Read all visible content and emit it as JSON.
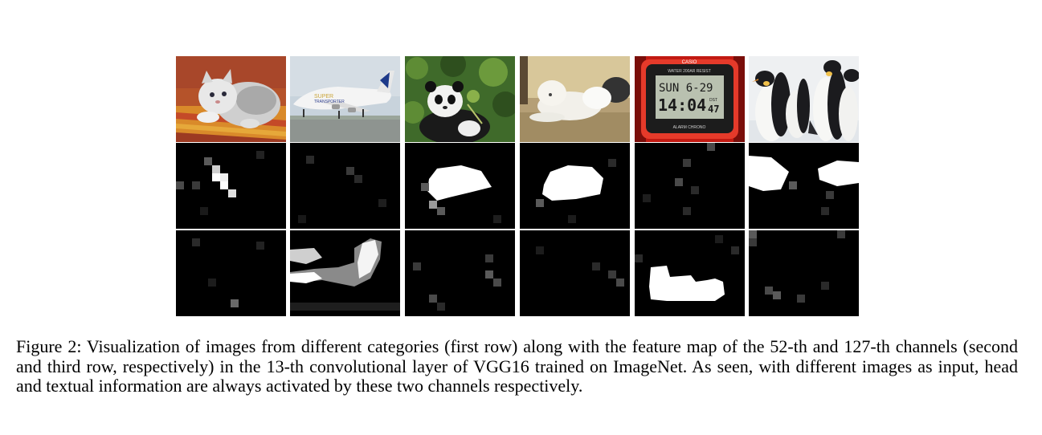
{
  "figure": {
    "caption": "Figure 2: Visualization of images from different categories (first row) along with the feature map of the 52-th and 127-th channels (second and third row, respectively) in the 13-th convolutional layer of VGG16 trained on ImageNet. As seen, with different images as input, head and textual information are always activated by these two channels respectively.",
    "photos": [
      "kitten-photo",
      "airplane-photo",
      "panda-photo",
      "sheepdog-photo",
      "digital-watch-photo",
      "penguins-photo"
    ],
    "watch": {
      "brand": "CASIO",
      "top_line": "WATER 200AR RESIST",
      "day_date": "SUN 6-29",
      "time": "14:04",
      "seconds": "47",
      "dst": "DST",
      "buttons": "ALARM CHRONO"
    }
  }
}
